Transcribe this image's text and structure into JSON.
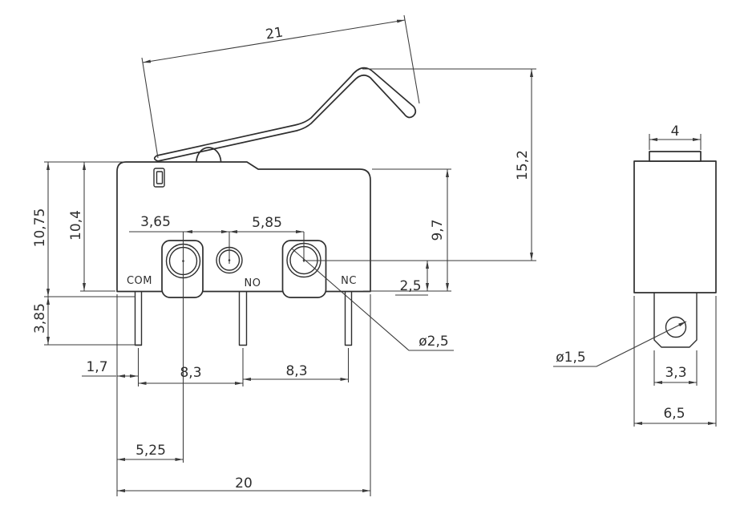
{
  "front_view": {
    "terminals": {
      "com": "COM",
      "no": "NO",
      "nc": "NC"
    },
    "dims": {
      "lever_length": "21",
      "overall_height": "15,2",
      "body_height_right": "9,7",
      "nc_hole_to_bottom": "2,5",
      "mount_hole_dia": "ø2,5",
      "com_to_no_holes": "3,65",
      "no_to_nc_holes": "5,85",
      "total_height_left": "10,75",
      "body_height_left": "10,4",
      "pin_length": "3,85",
      "edge_to_pin1": "1,7",
      "pin_pitch_left": "8,3",
      "pin_pitch_right": "8,3",
      "edge_to_com_hole": "5,25",
      "body_width": "20"
    }
  },
  "side_view": {
    "dims": {
      "button_width": "4",
      "terminal_hole_dia": "ø1,5",
      "terminal_width": "3,3",
      "body_depth": "6,5"
    }
  }
}
